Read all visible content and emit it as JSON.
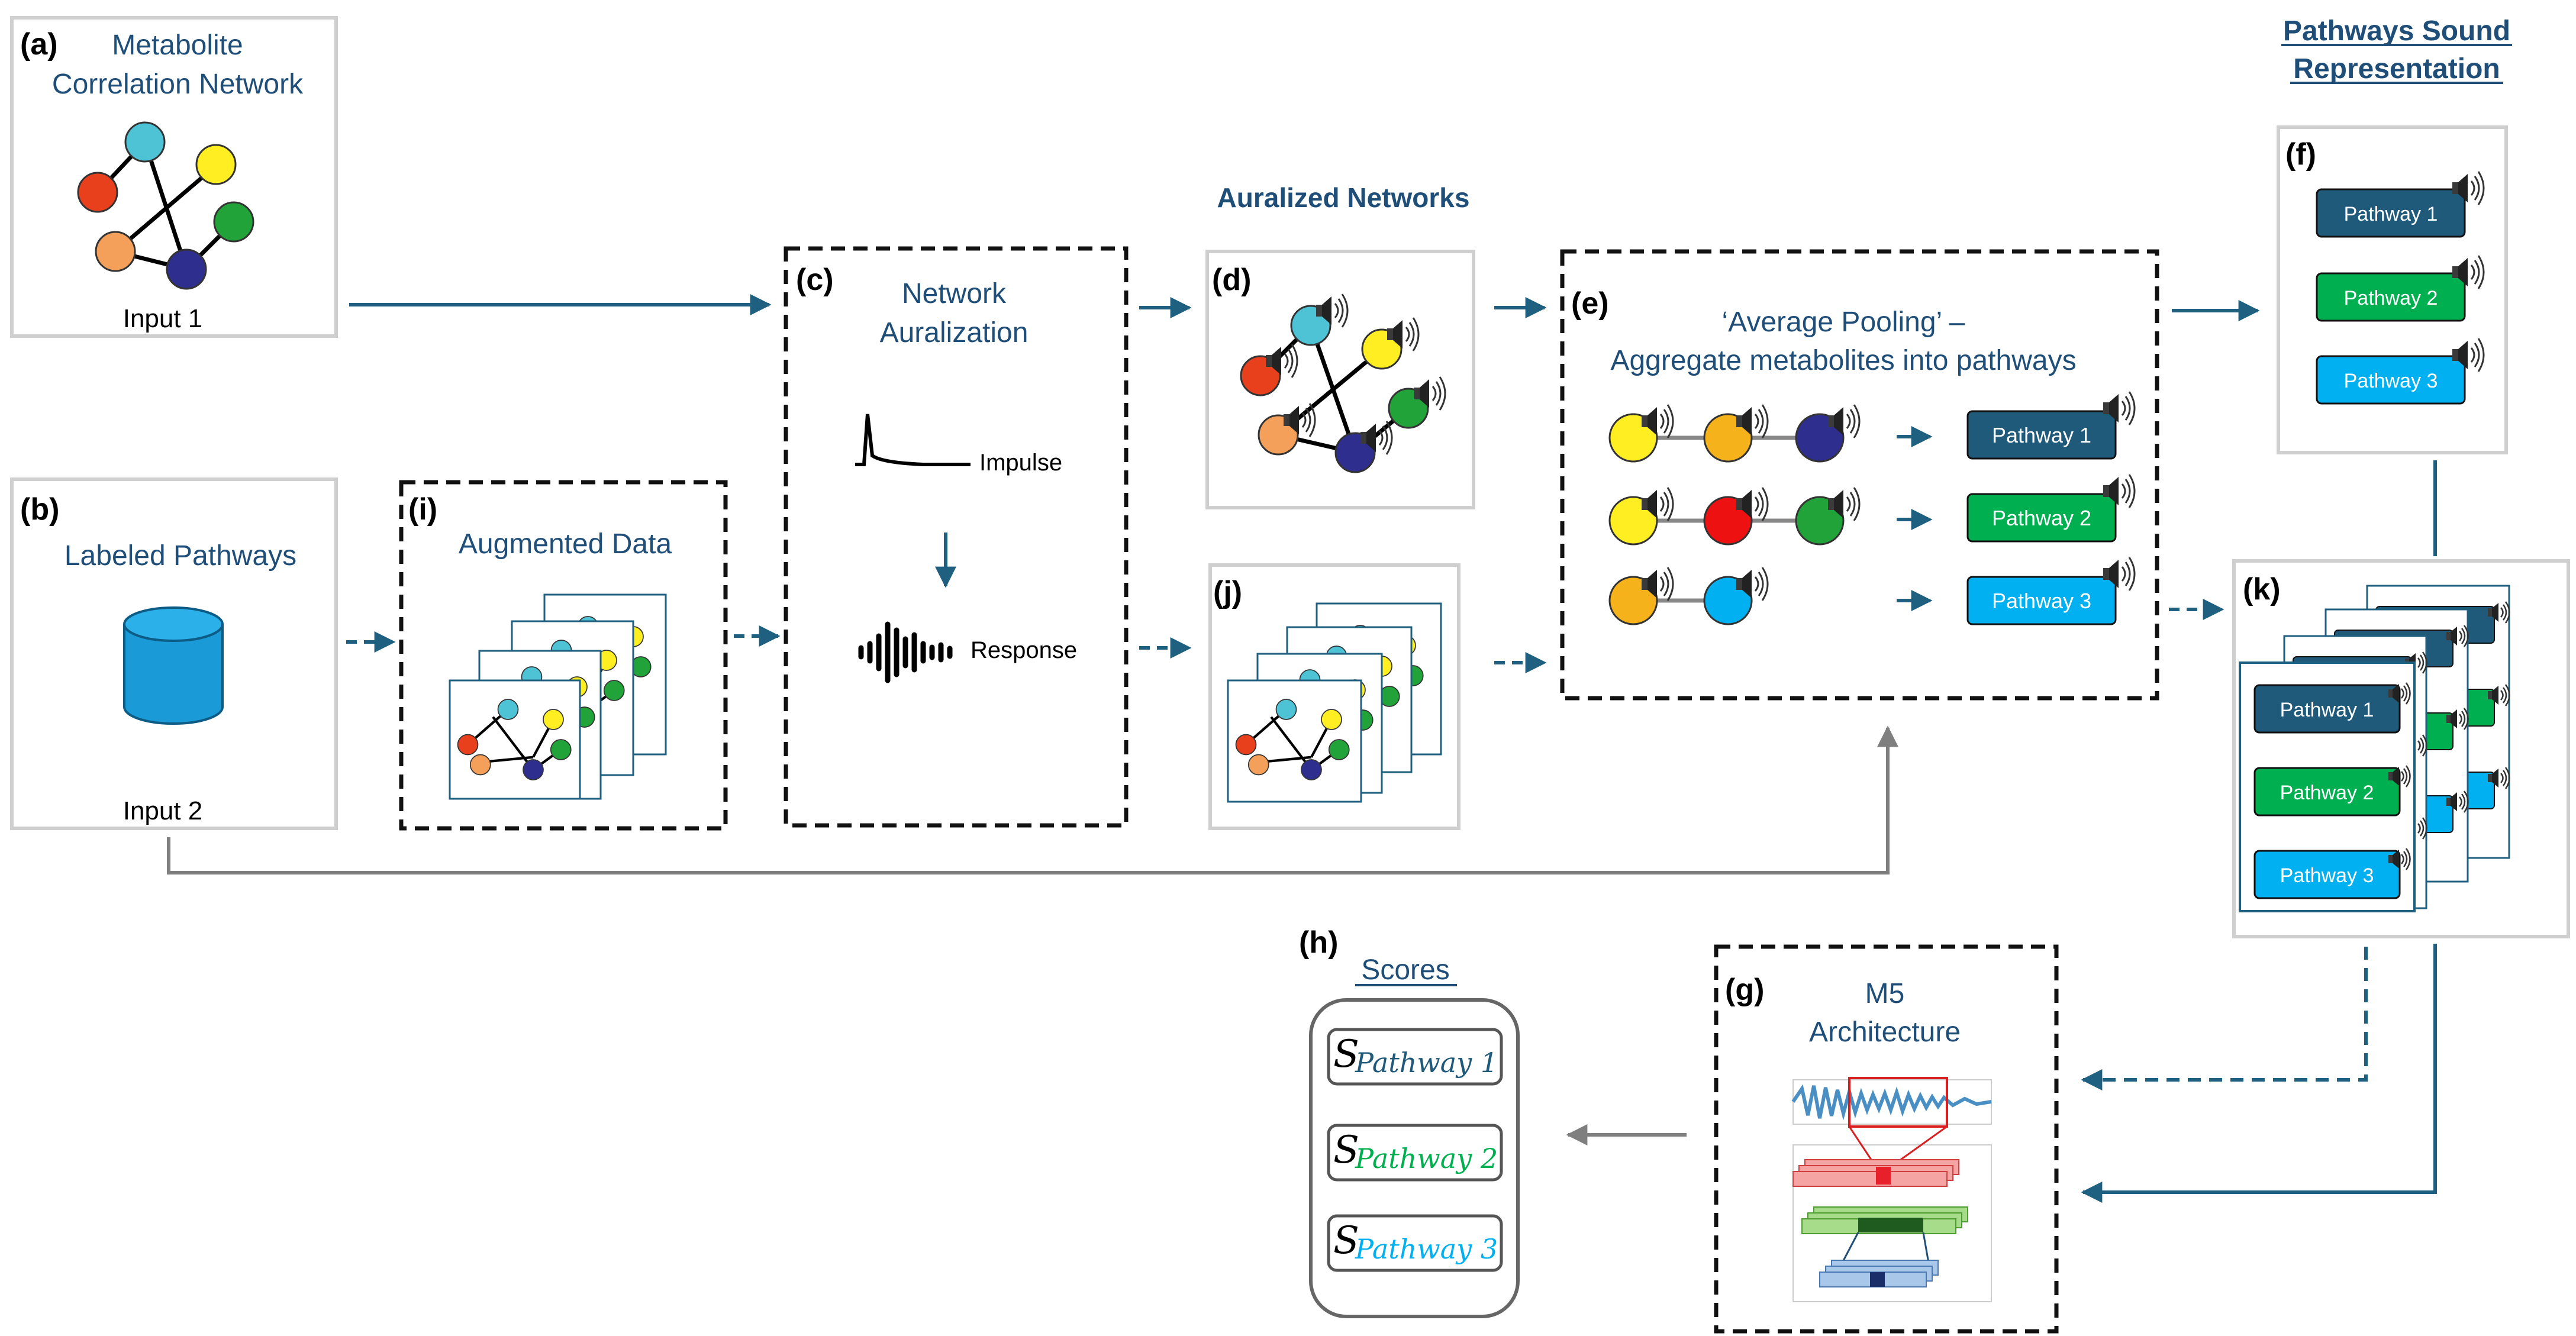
{
  "colors": {
    "navy_text": "#1f4e79",
    "arrow_blue": "#1f5f7f",
    "arrow_gray": "#7f7f7f",
    "pathway1": "#1f5a7a",
    "pathway2": "#00b050",
    "pathway3": "#00b0f0",
    "node_red": "#e8401c",
    "node_teal": "#4fc3d6",
    "node_yellow": "#ffee22",
    "node_green": "#22a33a",
    "node_orange": "#f4a05a",
    "node_navy": "#2e2e8f",
    "node_gold": "#f5b21a"
  },
  "panels": {
    "a": {
      "letter": "(a)",
      "title_line1": "Metabolite",
      "title_line2": "Correlation Network",
      "caption": "Input 1"
    },
    "b": {
      "letter": "(b)",
      "title": "Labeled  Pathways",
      "caption": "Input 2",
      "icon": "database-cylinder-icon"
    },
    "i": {
      "letter": "(i)",
      "title": "Augmented  Data"
    },
    "c": {
      "letter": "(c)",
      "title_line1": "Network",
      "title_line2": "Auralization",
      "impulse_label": "Impulse",
      "response_label": "Response"
    },
    "d": {
      "letter": "(d)",
      "icon": "speaker-icon"
    },
    "j": {
      "letter": "(j)"
    },
    "e": {
      "letter": "(e)",
      "title_line1": "‘Average Pooling’ –",
      "title_line2": "Aggregate metabolites into pathways"
    },
    "f": {
      "letter": "(f)"
    },
    "k": {
      "letter": "(k)"
    },
    "g": {
      "letter": "(g)",
      "title_line1": "M5",
      "title_line2": "Architecture"
    },
    "h": {
      "letter": "(h)",
      "title": "Scores",
      "score_symbol": "S",
      "scores": [
        {
          "sub": "Pathway 1"
        },
        {
          "sub": "Pathway 2"
        },
        {
          "sub": "Pathway 3"
        }
      ]
    }
  },
  "headings": {
    "auralized_networks": "Auralized Networks",
    "pathways_sound_line1": "Pathways Sound",
    "pathways_sound_line2": "Representation"
  },
  "pathways": [
    "Pathway 1",
    "Pathway 2",
    "Pathway 3"
  ]
}
